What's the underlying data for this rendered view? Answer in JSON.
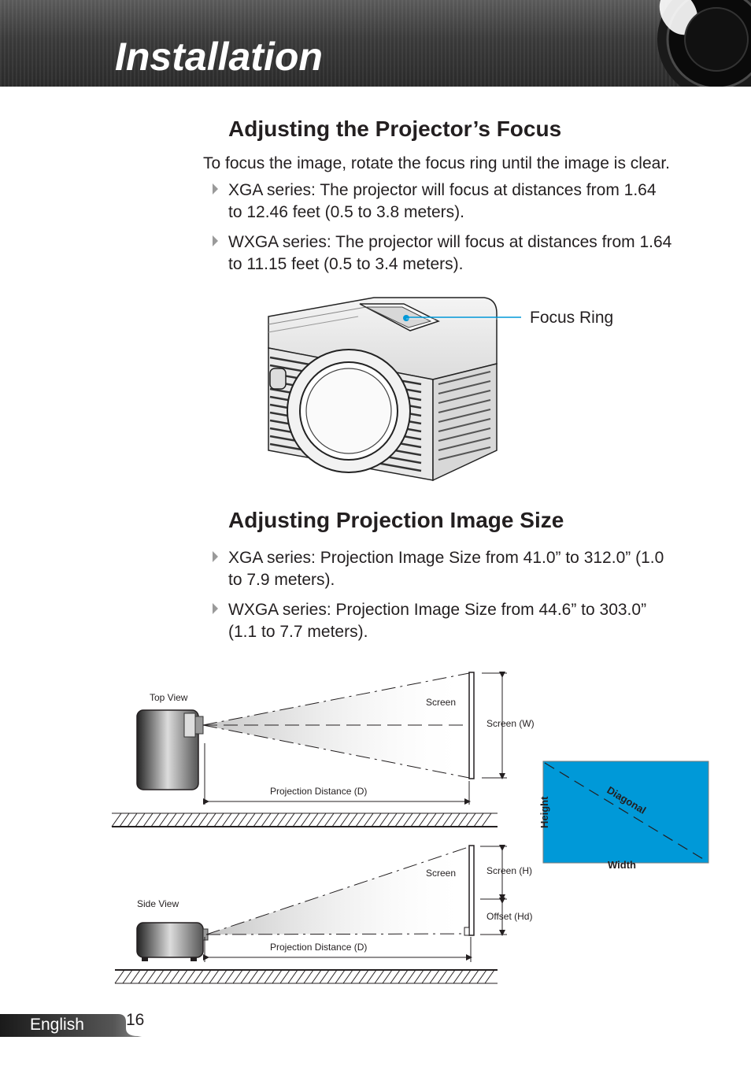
{
  "header": {
    "title": "Installation"
  },
  "focus_section": {
    "heading": "Adjusting the Projector’s Focus",
    "intro": "To focus the image, rotate the focus ring until the image is clear.",
    "bullets": [
      {
        "line1": "XGA series: The projector will focus at distances from 1.64",
        "line2": "to 12.46 feet (0.5 to 3.8 meters)."
      },
      {
        "line1": "WXGA series: The projector will focus at distances from 1.64",
        "line2": "to 11.15 feet (0.5 to 3.4 meters)."
      }
    ],
    "callout": "Focus Ring"
  },
  "size_section": {
    "heading": "Adjusting Projection Image Size",
    "bullets": [
      {
        "line1": "XGA series: Projection Image Size from 41.0” to 312.0” (1.0",
        "line2": "to 7.9 meters)."
      },
      {
        "line1": "WXGA series: Projection Image Size from 44.6” to 303.0”",
        "line2": "(1.1 to 7.7 meters)."
      }
    ]
  },
  "diagram": {
    "top_view": "Top View",
    "side_view": "Side View",
    "screen": "Screen",
    "screen_w": "Screen (W)",
    "screen_h": "Screen (H)",
    "offset": "Offset (Hd)",
    "distance": "Projection Distance (D)",
    "height": "Height",
    "width": "Width",
    "diagonal": "Diagonal",
    "screen_color": "#0099d8"
  },
  "footer": {
    "language": "English",
    "page": "16"
  }
}
